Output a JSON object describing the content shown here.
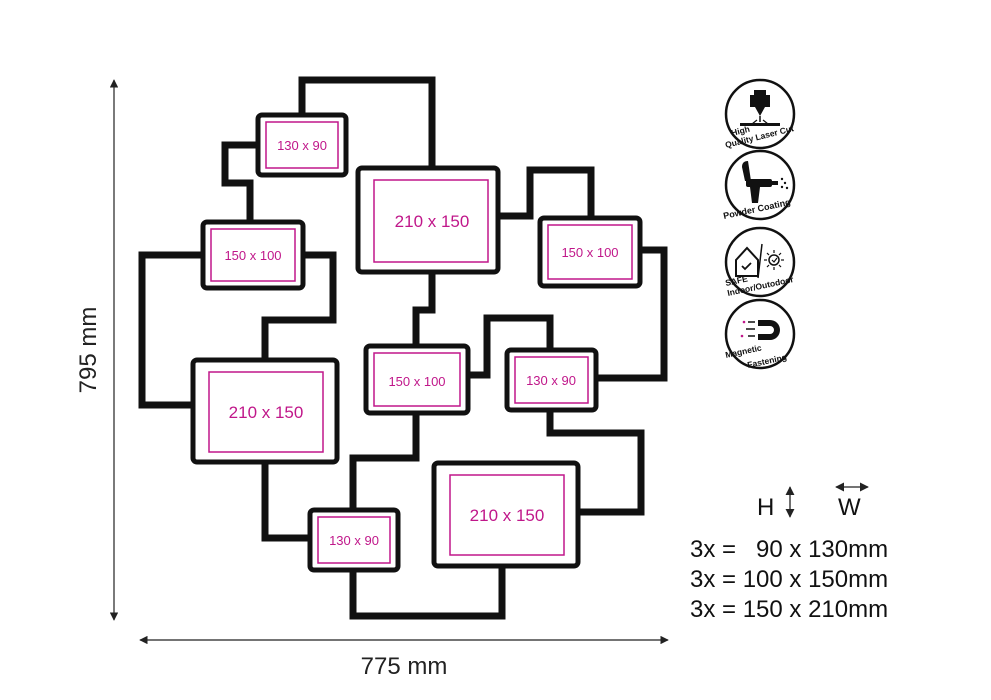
{
  "dimensions": {
    "height_label": "795 mm",
    "width_label": "775 mm"
  },
  "frames": [
    {
      "label": "130 x 90"
    },
    {
      "label": "210 x 150"
    },
    {
      "label": "150 x 100"
    },
    {
      "label": "150 x 100"
    },
    {
      "label": "210 x 150"
    },
    {
      "label": "150 x 100"
    },
    {
      "label": "130 x 90"
    },
    {
      "label": "130 x 90"
    },
    {
      "label": "210 x 150"
    }
  ],
  "features": [
    {
      "icon": "laser-cut-icon",
      "line1": "High",
      "line2": "Quality Laser Cut"
    },
    {
      "icon": "spray-gun-icon",
      "line1": "",
      "line2": "Powder Coating"
    },
    {
      "icon": "house-sun-icon",
      "line1": "SAFE",
      "line2": "Indoor/Outodoor"
    },
    {
      "icon": "magnet-icon",
      "line1": "Magnetic",
      "line2": "Fastening"
    }
  ],
  "legend": {
    "h_label": "H",
    "w_label": "W",
    "specs": [
      "3x =   90 x 130mm",
      "3x = 100 x 150mm",
      "3x = 150 x 210mm"
    ]
  },
  "colors": {
    "frame": "#111111",
    "accent": "#c0178a"
  }
}
